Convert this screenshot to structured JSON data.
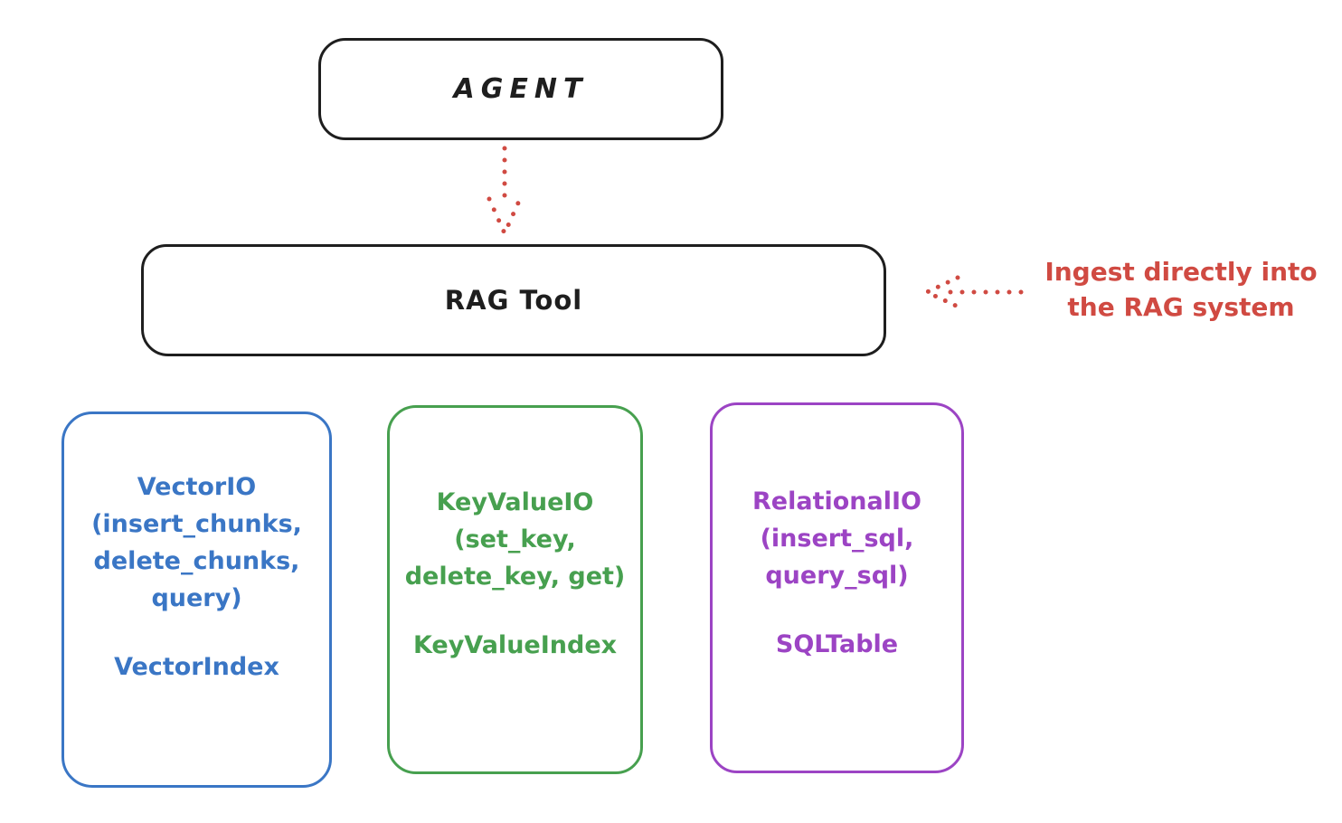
{
  "diagram": {
    "agent": {
      "label": "AGENT"
    },
    "rag_tool": {
      "label": "RAG Tool"
    },
    "annotation": {
      "text": "Ingest directly into\nthe RAG system"
    },
    "backends": [
      {
        "name": "vector-io",
        "title": "VectorIO\n(insert_chunks,\ndelete_chunks,\nquery)",
        "index_label": "VectorIndex",
        "color": "#3a76c5"
      },
      {
        "name": "keyvalue-io",
        "title": "KeyValueIO\n(set_key,\ndelete_key, get)",
        "index_label": "KeyValueIndex",
        "color": "#47a04f"
      },
      {
        "name": "relational-io",
        "title": "RelationalIO\n(insert_sql,\nquery_sql)",
        "index_label": "SQLTable",
        "color": "#9c44c4"
      }
    ],
    "colors": {
      "stroke_black": "#1e1e1e",
      "accent_red": "#d04a42",
      "vector_blue": "#3a76c5",
      "keyvalue_green": "#47a04f",
      "relational_purple": "#9c44c4",
      "background": "#ffffff"
    }
  }
}
